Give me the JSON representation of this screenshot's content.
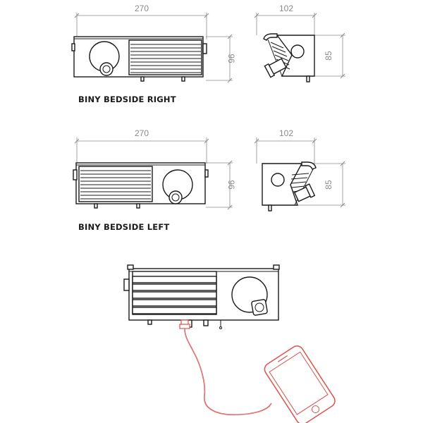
{
  "colors": {
    "line": "#1a1a1a",
    "dimension": "#8a8a8a",
    "cable": "#d9534f"
  },
  "right_variant": {
    "label": "BINY BEDSIDE RIGHT",
    "front_width": "270",
    "front_height": "96",
    "side_width": "102",
    "side_height": "85"
  },
  "left_variant": {
    "label": "BINY BEDSIDE LEFT",
    "front_width": "270",
    "front_height": "96",
    "side_width": "102",
    "side_height": "85"
  }
}
